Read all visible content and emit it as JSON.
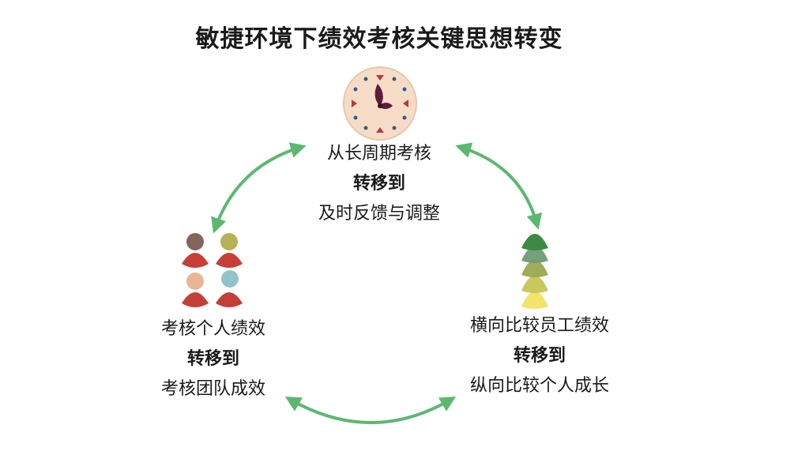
{
  "title": "敏捷环境下绩效考核关键思想转变",
  "nodes": {
    "top": {
      "from": "从长周期考核",
      "connector": "转移到",
      "to": "及时反馈与调整",
      "icon": "clock-icon"
    },
    "left": {
      "from": "考核个人绩效",
      "connector": "转移到",
      "to": "考核团队成效",
      "icon": "team-people-icon"
    },
    "right": {
      "from": "横向比较员工绩效",
      "connector": "转移到",
      "to": "纵向比较个人成长",
      "icon": "growth-stack-icon"
    }
  },
  "colors": {
    "arrow": "#5cb870",
    "clock_face": "#f6dcc6",
    "clock_marker_red": "#b23a48",
    "clock_marker_blue": "#2f5f8a",
    "clock_hand": "#5a1e3c",
    "people_body": "#c63f36",
    "stack": [
      "#3e8a45",
      "#6f9a73",
      "#9aa84f",
      "#c6c455",
      "#f2e46a"
    ]
  }
}
